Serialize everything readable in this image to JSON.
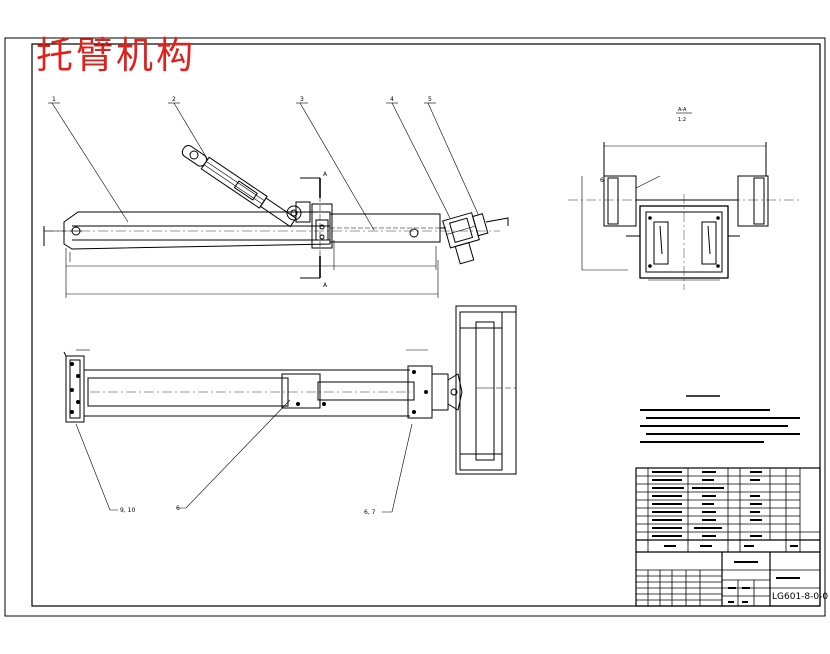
{
  "title": "托臂机构",
  "drawing_number": "LG601-8-0-0",
  "part_numbers": [
    "1",
    "2",
    "3",
    "4",
    "5",
    "6",
    "9, 10",
    "6",
    "6, 7"
  ],
  "section_label": "A-A",
  "scale_label": "1:2",
  "section_mark": "A",
  "colors": {
    "title": "#e0201a",
    "line": "#000000",
    "paper": "#ffffff"
  }
}
